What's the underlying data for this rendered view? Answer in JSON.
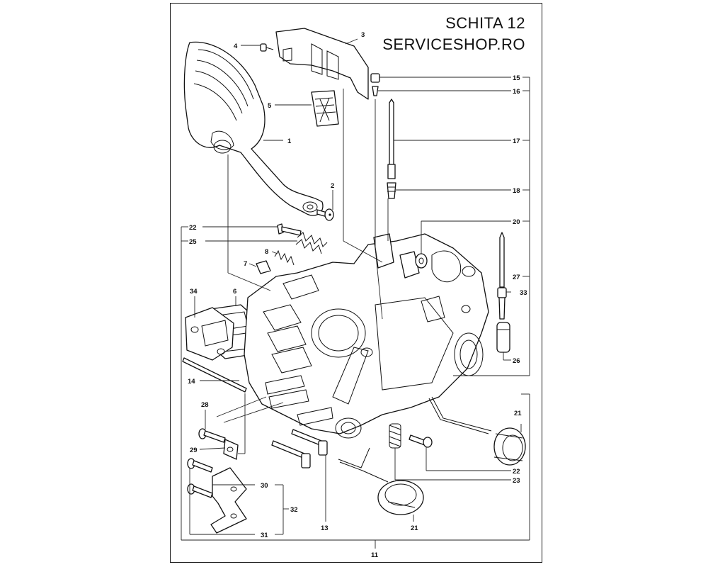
{
  "header": {
    "title_line1": "SCHITA 12",
    "title_line2": "SERVICESHOP.RO"
  },
  "callouts": {
    "c1": "1",
    "c2": "2",
    "c3": "3",
    "c4": "4",
    "c5": "5",
    "c6": "6",
    "c7": "7",
    "c8": "8",
    "c11": "11",
    "c13": "13",
    "c14": "14",
    "c15": "15",
    "c16": "16",
    "c17": "17",
    "c18": "18",
    "c20": "20",
    "c21a": "21",
    "c21b": "21",
    "c22a": "22",
    "c22b": "22",
    "c23": "23",
    "c25": "25",
    "c26": "26",
    "c27": "27",
    "c28": "28",
    "c29": "29",
    "c30": "30",
    "c31": "31",
    "c32": "32",
    "c33": "33",
    "c34": "34"
  },
  "colors": {
    "line": "#111111",
    "background": "#ffffff"
  }
}
